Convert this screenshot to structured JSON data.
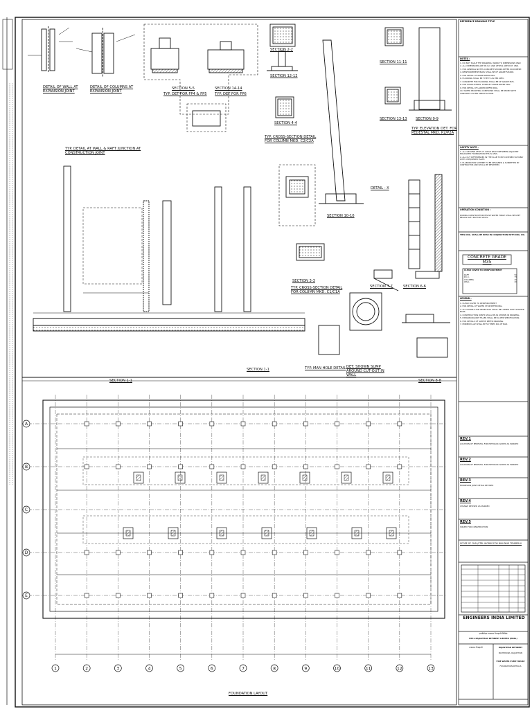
{
  "drawing": {
    "details": {
      "wall_expansion": "DETAIL OF WALL AT EXPANSION JOINT",
      "column_expansion": "DETAIL OF COLUMNS AT EXPANSION JOINT",
      "typ_wall_junction": "TYP. DETAIL AT WALL & RAFT JUNCTION AT CONSTRUCTION JOINT",
      "section_5_5": "SECTION 5-5",
      "typ_det_fp4": "TYP. DET FOR FP4 & FP5",
      "section_14_14": "SECTION 14-14",
      "typ_det_fp6": "TYP. DET FOR FP6",
      "section_2_2": "SECTION 2-2",
      "section_12_12": "SECTION 12-12",
      "section_4_4": "SECTION 4-4",
      "typ_cross_c2": "TYP. CROSS-SECTION DETAIL FOR COLUMN MKD. C2/C2A",
      "section_11_11": "SECTION 11-11",
      "section_13_13": "SECTION 13-13",
      "section_9_9": "SECTION 9-9",
      "typ_elevation": "TYP. ELEVATION DET. FOR PEDESTAL MKD. P2/P2A",
      "detail_x": "DETAIL - X",
      "section_1_1": "SECTION 1-1",
      "section_3_3": "SECTION 3-3",
      "typ_cross_c1": "TYP. CROSS-SECTION DETAIL FOR COLUMN MKD. C1/C1A",
      "section_6_6": "SECTION 6-6",
      "section_7_7": "SECTION 7-7",
      "section_8_8": "SECTION 8-8",
      "section_10_10": "SECTION 10-10",
      "typ_manhole": "TYP. MAN HOLE DETAIL",
      "det_sump": "DET. SHOWN SUMP AROUND CUT-OUT IN WALL",
      "foundation_layout": "FOUNDATION LAYOUT"
    },
    "grid_letters": [
      "A",
      "B",
      "C",
      "D",
      "E"
    ],
    "grid_numbers": [
      "1",
      "2",
      "3",
      "4",
      "5",
      "6",
      "7",
      "8",
      "9",
      "10",
      "11",
      "12",
      "13"
    ]
  },
  "title_block": {
    "ref_header": "REFERENCE DRAWING TITLE",
    "notes_heading": "NOTES :",
    "notes": [
      "1. DO NOT SCALE THE DRAWING. WORK TO DIMENSIONS ONLY.",
      "2. ALL DIMENSIONS ARE IN mm AND LEVELS ARE IN M. UNO.",
      "3. FOR GENERAL NOTES CONCRETE WORKS REFER DOCUMENT.",
      "4. REINFORCEMENT BARS SHALL BE OF GRADE Fe500D.",
      "5. FOR DETAIL OF RAMP REFER DRG.",
      "6. FLOORING SHALL BE TYPE F4 AS PER SPEC.",
      "7. CONCRETE FOR FLOORING SHALL BE OF GRADE M25.",
      "8. FOR PUDDLE PIPES, PUDDLE FLANGE REFER DRG.",
      "9. FOR DETAIL OF LADDER REFER DRG.",
      "10. WATER PROOFING COMPOUND SHALL BE MIXED WITH CONCRETE AS PER SPECIFICATION."
    ],
    "safety_heading": "SAFETY NOTE :",
    "safety_notes": [
      "1. ALL GROUND LEVEL IF CLEAR SPACE BETWEEN ADJACENT EXCAVATED FOUNDATION PITS IS LESS.",
      "2. ALL CUT DIFFERENCES IN THE SLAB TO BE COVERED SUITABLY WITH CHEQUERED PLATE.",
      "3. ELABORATION SCHEME TO BE DESIGNED & SUBMITTED BY CONTRACTOR AND SHALL BE REVIEWED."
    ],
    "operation_heading": "OPERATION CONDITION :",
    "operation_text": "DURING CONSTRUCTION PHASE WATER TABLE SHALL BE KEPT BELOW RAFT BOTTOM LEVEL.",
    "read_with": "THIS DRG. SHALL BE READ IN CONJUNCTION WITH DRG. NO.",
    "concrete_grade": "CONCRETE GRADE M35",
    "cover_heading": "CLEAR COVER TO REINFORCEMENT",
    "cover_rows": [
      [
        "RAFT",
        "50"
      ],
      [
        "P.C.C.",
        "75"
      ],
      [
        "COLUMNS",
        "40"
      ],
      [
        "WALL",
        "40"
      ]
    ],
    "legend_heading": "LEGEND :",
    "legend": [
      "1. CLEAR COVER TO REINFORCEMENT",
      "2. FOR DETAIL OF WATER STOP REFER DRG.",
      "3. ALL DOWELS FOR PEDESTALS SHALL BE LAPPED WITH STARTER BARS.",
      "4. CONSTRUCTION JOINTS SHALL BE AS SHOWN IN DRAWING.",
      "5. EXPANSION JOINT FILLER SHALL BE AS PER SPECIFICATION.",
      "6. FOR DETAILS OF SLEEVE REFER DRAWING.",
      "7. MINIMUM LAP SHALL BE 50 TIMES DIA OF BAR."
    ],
    "revisions": [
      {
        "rev": "REV.1",
        "text": "LOCATION OF PEDESTAL FOR PIPE RACK ADDED AS MARKED"
      },
      {
        "rev": "REV.2",
        "text": "LOCATION OF PEDESTAL FOR PIPE RACK ADDED AS MARKED"
      },
      {
        "rev": "REV.3",
        "text": "EXPANSION JOINT DETAIL REVISED"
      },
      {
        "rev": "REV.4",
        "text": "CHANGE REVISED AS MARKED"
      },
      {
        "rev": "REV.5",
        "text": "ISSUED FOR CONSTRUCTION"
      }
    ],
    "scope": "SCOPE OF CIVIL/STRL WORKS FOR BUILDING TENDER-III",
    "contractor": "ENGINEERS INDIA LIMITED",
    "owner_hindi": "एचपीसीएल राजस्थान रिफाइनरी लिमिटेड",
    "owner": "HPCL RAJASTHAN REFINERY LIMITED (HRRL)",
    "client_hindi": "राजस्थान रिफाइनरी",
    "project": "RAJASTHAN REFINERY",
    "location": "PACHPADRA, RAJASTHAN",
    "drawing_title": "FIRE WATER PUMP HOUSE",
    "drawing_subtitle": "FOUNDATION DETAILS"
  },
  "colors": {
    "ink": "#111111",
    "paper": "#ffffff",
    "hatch": "#555555"
  }
}
